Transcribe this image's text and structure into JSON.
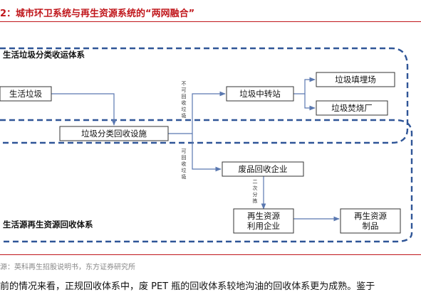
{
  "figure": {
    "title": "2：城市环卫系统与再生资源系统的“两网融合”"
  },
  "diagram": {
    "system_top_label": "生活垃圾分类收运体系",
    "system_bottom_label": "生活源再生资源回收体系",
    "boxes": {
      "household_waste": "生活垃圾",
      "sorting_facility": "垃圾分类回收设施",
      "transfer_station": "垃圾中转站",
      "landfill": "垃圾填埋场",
      "incineration": "垃圾焚烧厂",
      "waste_recycler": "废品回收企业",
      "reuse_company_line1": "再生资源",
      "reuse_company_line2": "利用企业",
      "products_line1": "再生资源",
      "products_line2": "制品"
    },
    "edge_labels": {
      "non_recyclable": [
        "不",
        "可",
        "回",
        "收",
        "垃",
        "圾"
      ],
      "recyclable": [
        "可",
        "回",
        "收",
        "垃",
        "圾"
      ],
      "secondary_sort": [
        "二",
        "次",
        "分",
        "拣"
      ]
    }
  },
  "source": "源：英科再生招股说明书，东方证券研究所",
  "body_text": "前的情况来看，正规回收体系中，废 PET 瓶的回收体系较地沟油的回收体系更为成熟。鉴于"
}
